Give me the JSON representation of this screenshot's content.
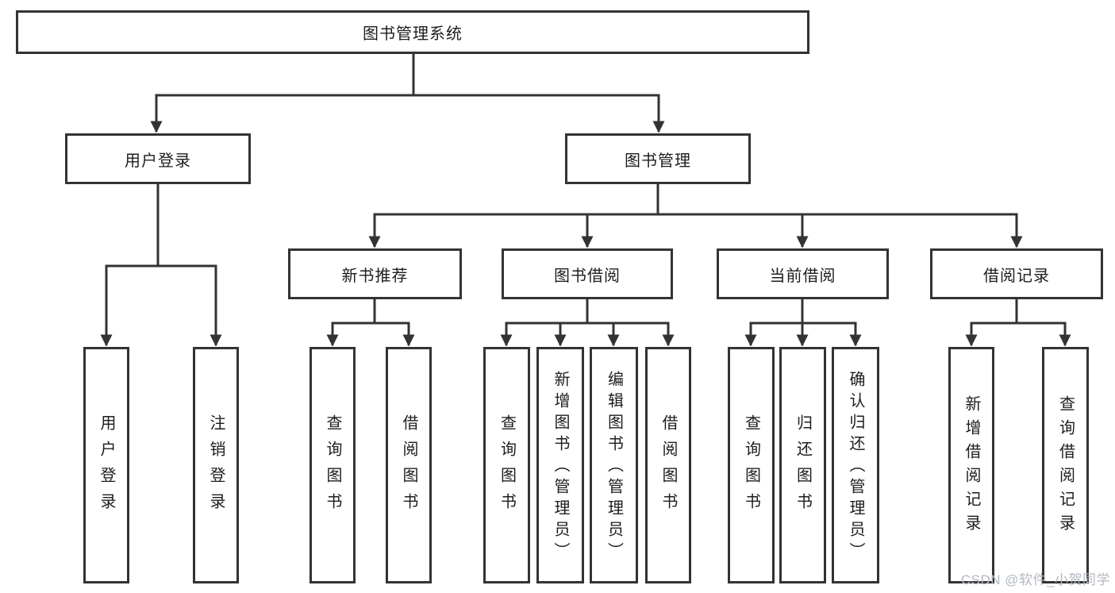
{
  "colors": {
    "line": "#333333",
    "text": "#1d1d1f",
    "watermark": "#b4b8c2",
    "background": "#ffffff"
  },
  "watermark": {
    "text": "CSDN @软件_小贺同学"
  },
  "diagram": {
    "root": "图书管理系统",
    "user_login": {
      "label": "用户登录",
      "children": [
        "用户登录",
        "注销登录"
      ]
    },
    "book_management": {
      "label": "图书管理",
      "sections": [
        {
          "label": "新书推荐",
          "children": [
            "查询图书",
            "借阅图书"
          ]
        },
        {
          "label": "图书借阅",
          "children": [
            "查询图书",
            "新增图书（管理员）",
            "编辑图书（管理员）",
            "借阅图书"
          ]
        },
        {
          "label": "当前借阅",
          "children": [
            "查询图书",
            "归还图书",
            "确认归还（管理员）"
          ]
        },
        {
          "label": "借阅记录",
          "children": [
            "新增借阅记录",
            "查询借阅记录"
          ]
        }
      ]
    }
  }
}
